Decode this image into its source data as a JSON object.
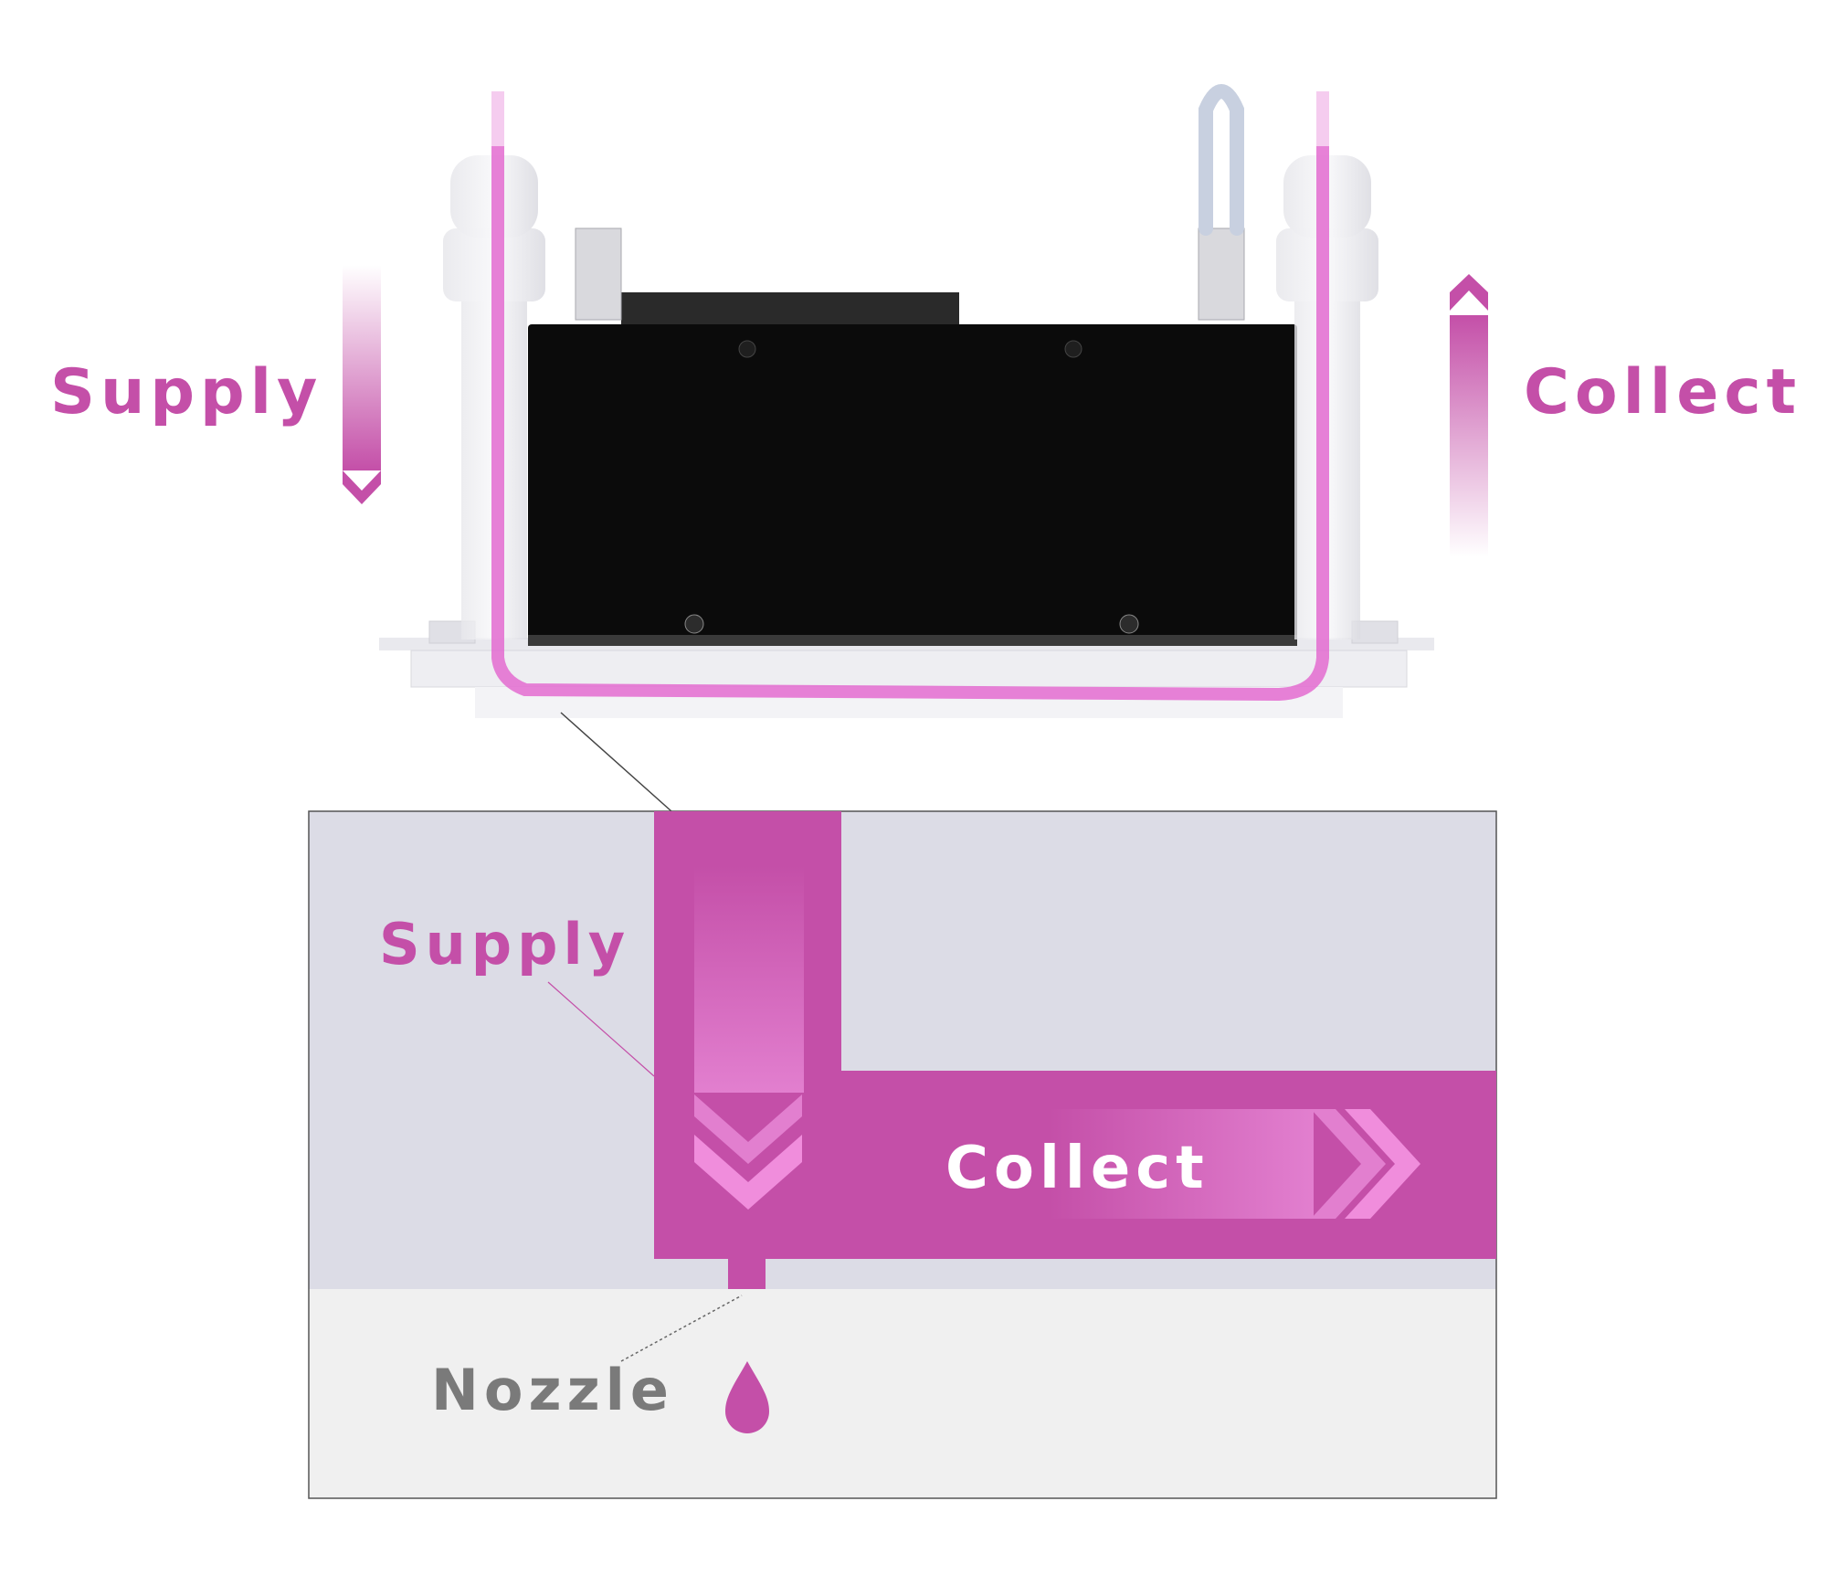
{
  "colors": {
    "ink": "#c44fa8",
    "ink_light": "#f08ddc",
    "label_gray": "#7a7a7a",
    "channel_bg": "#dcdce6",
    "nozzle_plate_bg": "#f0f0f0",
    "head_body": "#0b0b0b"
  },
  "top": {
    "supply_label": "Supply",
    "collect_label": "Collect"
  },
  "detail": {
    "supply_label": "Supply",
    "collect_label": "Collect",
    "nozzle_label": "Nozzle"
  },
  "icons": [
    "arrow-down-icon",
    "arrow-up-icon",
    "chevron-down-icon",
    "chevron-right-icon",
    "ink-drop-icon"
  ]
}
